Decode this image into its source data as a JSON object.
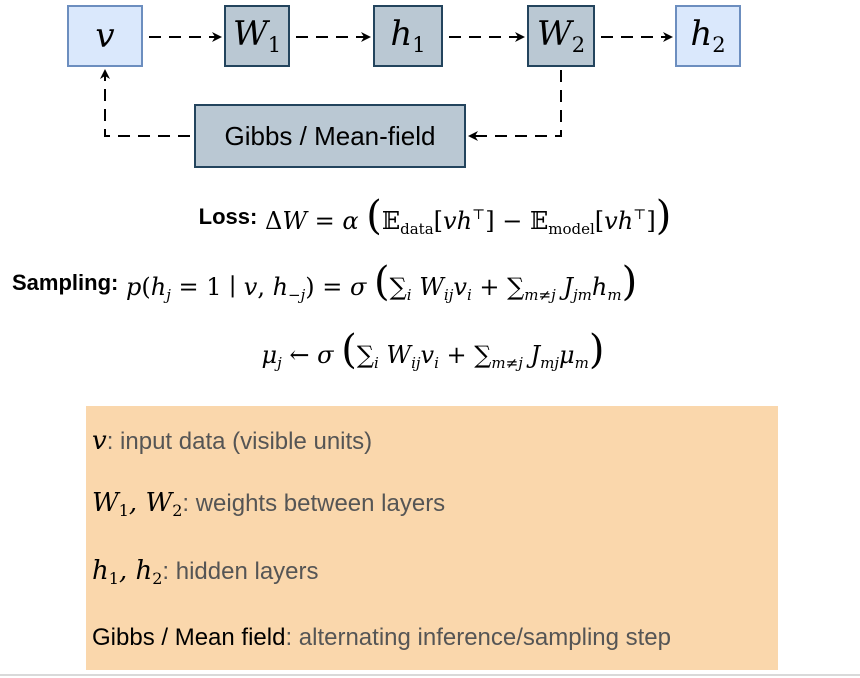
{
  "nodes": {
    "v": {
      "var": "v",
      "sub": ""
    },
    "w1": {
      "var": "W",
      "sub": "1"
    },
    "h1": {
      "var": "h",
      "sub": "1"
    },
    "w2": {
      "var": "W",
      "sub": "2"
    },
    "h2": {
      "var": "h",
      "sub": "2"
    },
    "gibbs": {
      "label": "Gibbs / Mean-field"
    }
  },
  "equations": {
    "loss_label": "Loss:",
    "sampling_label": "Sampling:",
    "data_sub": "data",
    "model_sub": "model"
  },
  "legend": {
    "items": [
      {
        "term": "v",
        "desc": ": input data (visible units)"
      },
      {
        "term": "W1, W2",
        "desc": ": weights between layers"
      },
      {
        "term": "h1, h2",
        "desc": ": hidden layers"
      },
      {
        "term": "Gibbs / Mean field",
        "desc": ": alternating inference/sampling step"
      }
    ]
  },
  "colors": {
    "light_fill": "#dae8fc",
    "light_stroke": "#6c8ebf",
    "dark_fill": "#bac8d3",
    "dark_stroke": "#23445d",
    "legend_fill": "#fad7ac"
  }
}
